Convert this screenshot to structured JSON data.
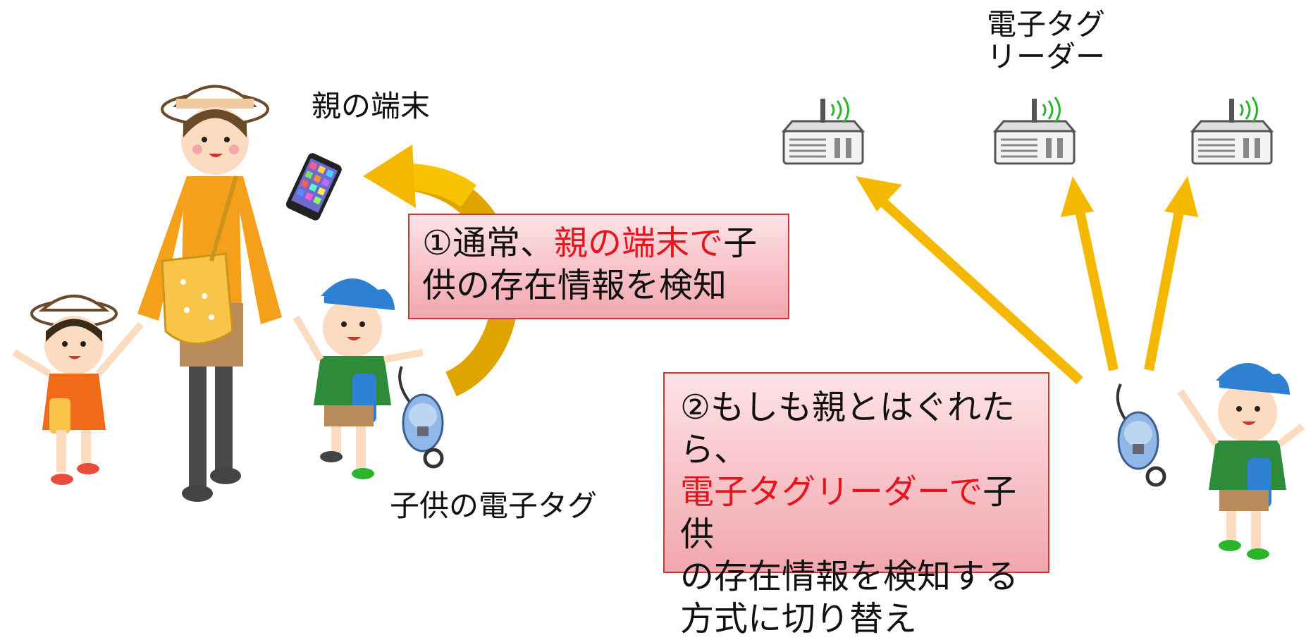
{
  "labels": {
    "parent_device": "親の端末",
    "child_tag": "子供の電子タグ",
    "reader_line1": "電子タグ",
    "reader_line2": "リーダー"
  },
  "box1": {
    "prefix": "①通常、",
    "highlight": "親の端末で",
    "after": "子",
    "line2": "供の存在情報を検知"
  },
  "box2": {
    "line1": "②もしも親とはぐれたら、",
    "highlight": "電子タグリーダーで",
    "after": "子供",
    "line3": "の存在情報を検知する",
    "line4": "方式に切り替え"
  },
  "colors": {
    "arrow": "#f5b800",
    "highlight_text": "#e8141b",
    "box_border": "#c23a3a"
  }
}
